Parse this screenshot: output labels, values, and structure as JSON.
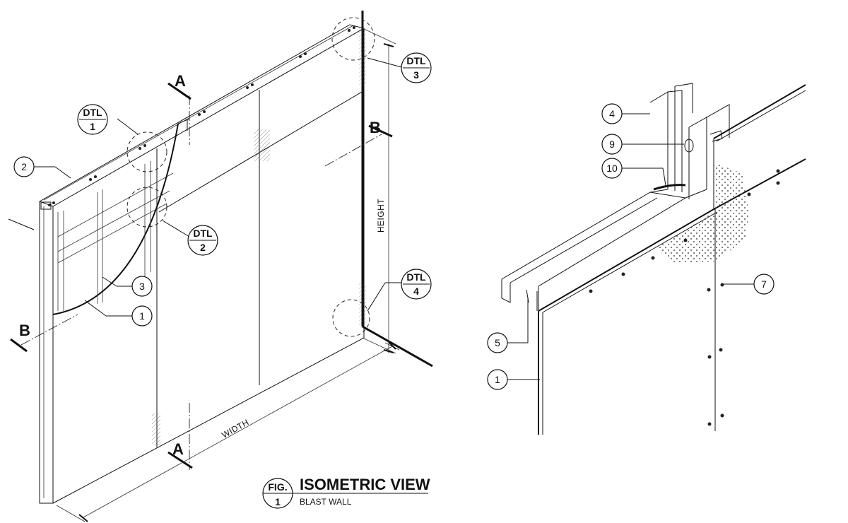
{
  "callouts": {
    "dtl1": {
      "top": "DTL",
      "bottom": "1"
    },
    "dtl2": {
      "top": "DTL",
      "bottom": "2"
    },
    "dtl3": {
      "top": "DTL",
      "bottom": "3"
    },
    "dtl4": {
      "top": "DTL",
      "bottom": "4"
    }
  },
  "sections": {
    "a_top": "A",
    "a_bottom": "A",
    "b_left": "B",
    "b_right": "B"
  },
  "dimensions": {
    "height": "HEIGHT",
    "width": "WIDTH"
  },
  "left_tags": {
    "t1": "1",
    "t2": "2",
    "t3": "3"
  },
  "right_tags": {
    "t1": "1",
    "t4": "4",
    "t5": "5",
    "t7": "7",
    "t9": "9",
    "t10": "10"
  },
  "figure": {
    "label_top": "FIG.",
    "label_bottom": "1",
    "title": "ISOMETRIC VIEW",
    "subtitle": "BLAST WALL"
  }
}
